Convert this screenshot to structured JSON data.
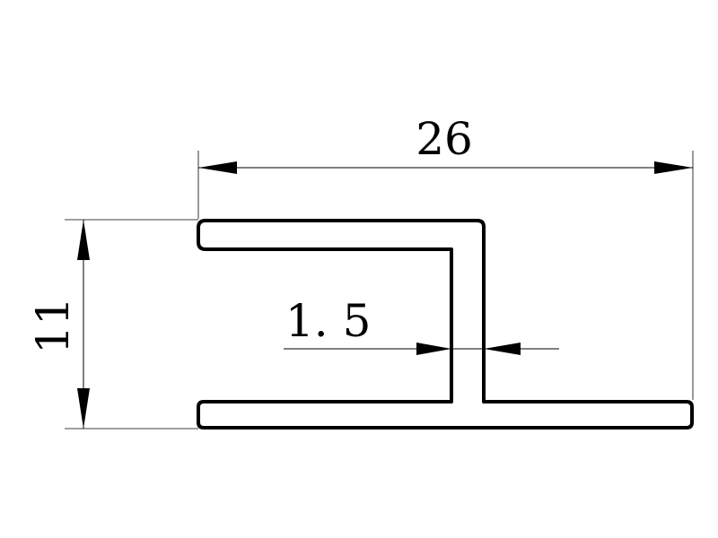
{
  "dimensions": {
    "width_label": "26",
    "height_label": "11",
    "thickness_label": "1. 5"
  },
  "colors": {
    "line": "#000000",
    "background": "#ffffff"
  }
}
